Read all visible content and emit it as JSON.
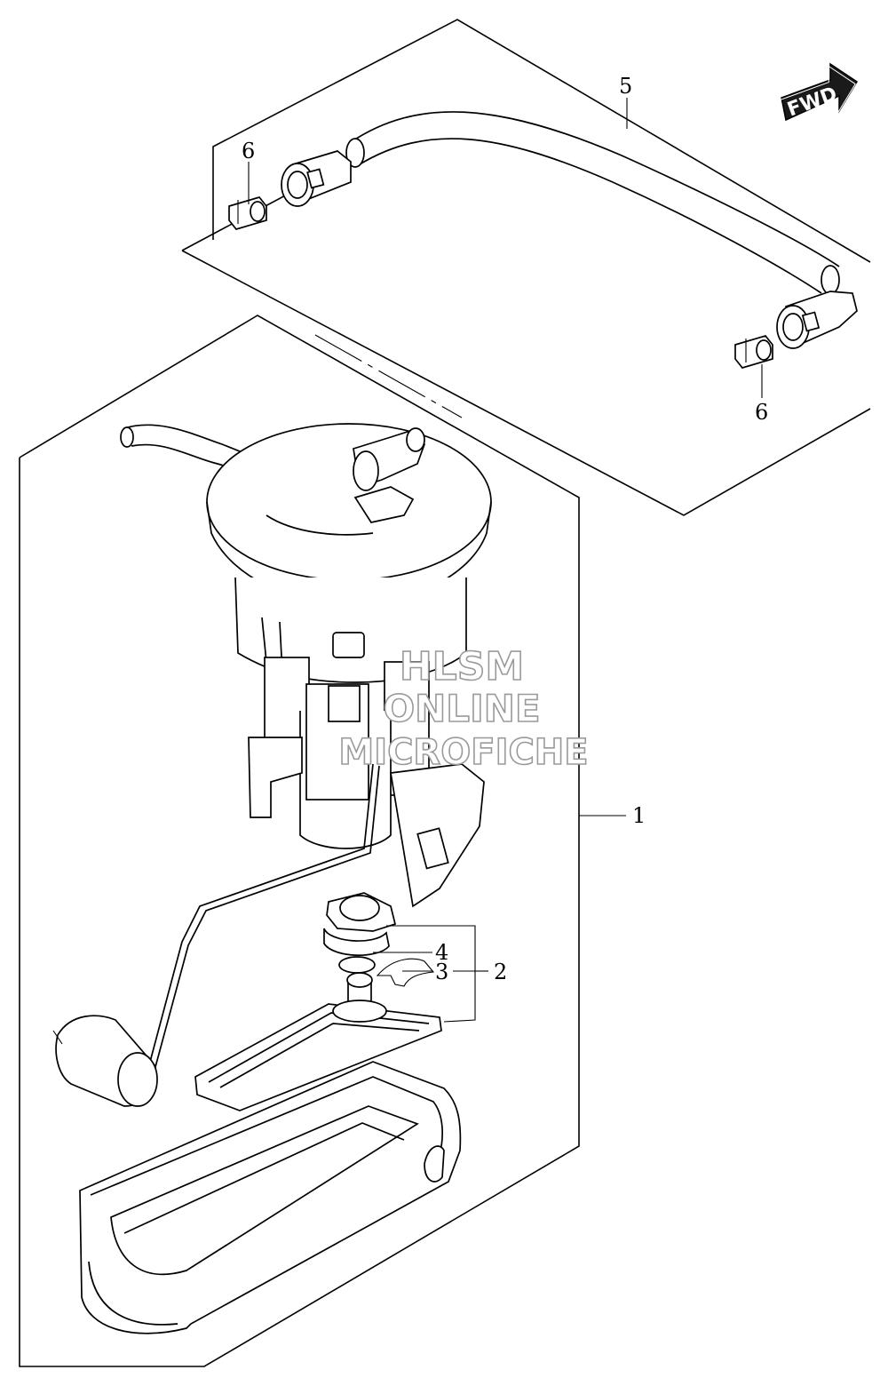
{
  "callouts": {
    "c1": "1",
    "c2": "2",
    "c3": "3",
    "c4": "4",
    "c5": "5",
    "c6_top": "6",
    "c6_bottom": "6"
  },
  "fwd_badge": {
    "text": "FWD"
  },
  "watermark": {
    "line1": "HLSM",
    "line2": "ONLINE",
    "line3": "MICROFICHE"
  },
  "colors": {
    "line": "#000000",
    "background": "#ffffff",
    "watermark_outline": "#9a9a9a",
    "badge_fill": "#1a1a1a"
  }
}
